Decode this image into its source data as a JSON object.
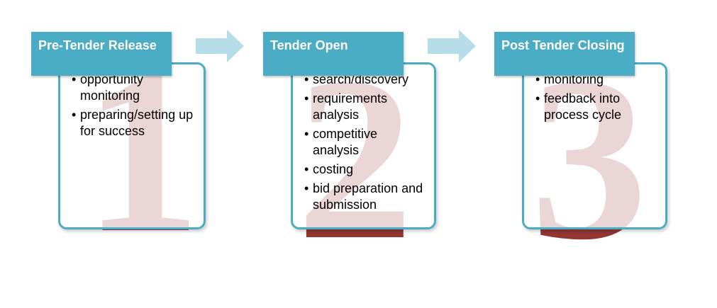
{
  "colors": {
    "header_bg": "#4bacc6",
    "card_border": "#4bacc6",
    "arrow": "#b6dde8",
    "numeral": "#943634",
    "numeral_fade": "#f2dcdb"
  },
  "stages": [
    {
      "number": "1",
      "title": "Pre-Tender Release",
      "items": [
        "opportunity monitoring",
        "preparing/setting up for success"
      ]
    },
    {
      "number": "2",
      "title": "Tender Open",
      "items": [
        "search/discovery",
        "requirements analysis",
        "competitive analysis",
        "costing",
        "bid preparation and submission"
      ]
    },
    {
      "number": "3",
      "title": "Post Tender Closing",
      "items": [
        "monitoring",
        "feedback into process cycle"
      ]
    }
  ]
}
